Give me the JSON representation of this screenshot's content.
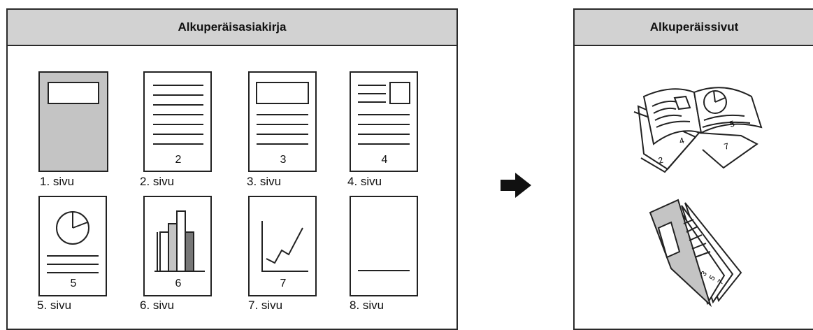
{
  "left_panel": {
    "title": "Alkuperäisasiakirja"
  },
  "right_panel": {
    "title": "Alkuperäissivut"
  },
  "pages": [
    {
      "caption": "1. sivu",
      "number": ""
    },
    {
      "caption": "2. sivu",
      "number": "2"
    },
    {
      "caption": "3. sivu",
      "number": "3"
    },
    {
      "caption": "4. sivu",
      "number": "4"
    },
    {
      "caption": "5. sivu",
      "number": "5"
    },
    {
      "caption": "6. sivu",
      "number": "6"
    },
    {
      "caption": "7. sivu",
      "number": "7"
    },
    {
      "caption": "8. sivu",
      "number": ""
    }
  ],
  "booklet_numbers": [
    "2",
    "4",
    "5",
    "7"
  ],
  "folded_numbers": [
    "3",
    "5",
    "7"
  ],
  "arrow_icon": "right-arrow-icon"
}
